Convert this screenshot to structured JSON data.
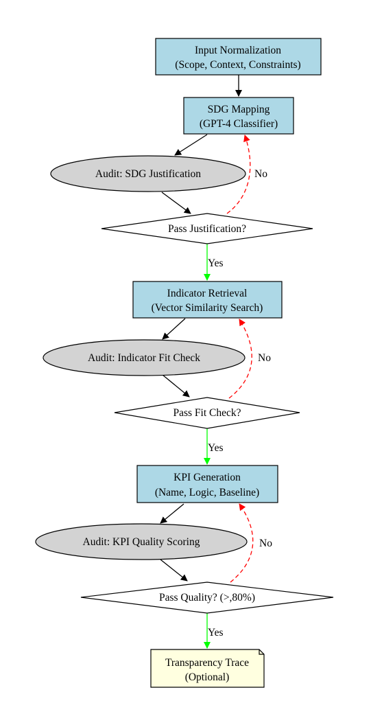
{
  "colors": {
    "process_fill": "#add8e6",
    "audit_fill": "#d3d3d3",
    "decision_fill": "#ffffff",
    "note_fill": "#ffffe0",
    "stroke": "#000000",
    "yes_edge": "#00ff00",
    "no_edge": "#ff0000"
  },
  "nodes": {
    "input_normalization": {
      "line1": "Input Normalization",
      "line2": "(Scope, Context, Constraints)"
    },
    "sdg_mapping": {
      "line1": "SDG Mapping",
      "line2": "(GPT-4 Classifier)"
    },
    "audit_sdg": {
      "label": "Audit: SDG Justification"
    },
    "pass_justification": {
      "label": "Pass Justification?"
    },
    "indicator_retrieval": {
      "line1": "Indicator Retrieval",
      "line2": "(Vector Similarity Search)"
    },
    "audit_indicator": {
      "label": "Audit: Indicator Fit Check"
    },
    "pass_fit": {
      "label": "Pass Fit Check?"
    },
    "kpi_generation": {
      "line1": "KPI Generation",
      "line2": "(Name, Logic, Baseline)"
    },
    "audit_kpi": {
      "label": "Audit: KPI Quality Scoring"
    },
    "pass_quality": {
      "label": "Pass Quality? (>,80%)"
    },
    "transparency_trace": {
      "line1": "Transparency Trace",
      "line2": "(Optional)"
    }
  },
  "edges": {
    "yes_label": "Yes",
    "no_label": "No"
  }
}
